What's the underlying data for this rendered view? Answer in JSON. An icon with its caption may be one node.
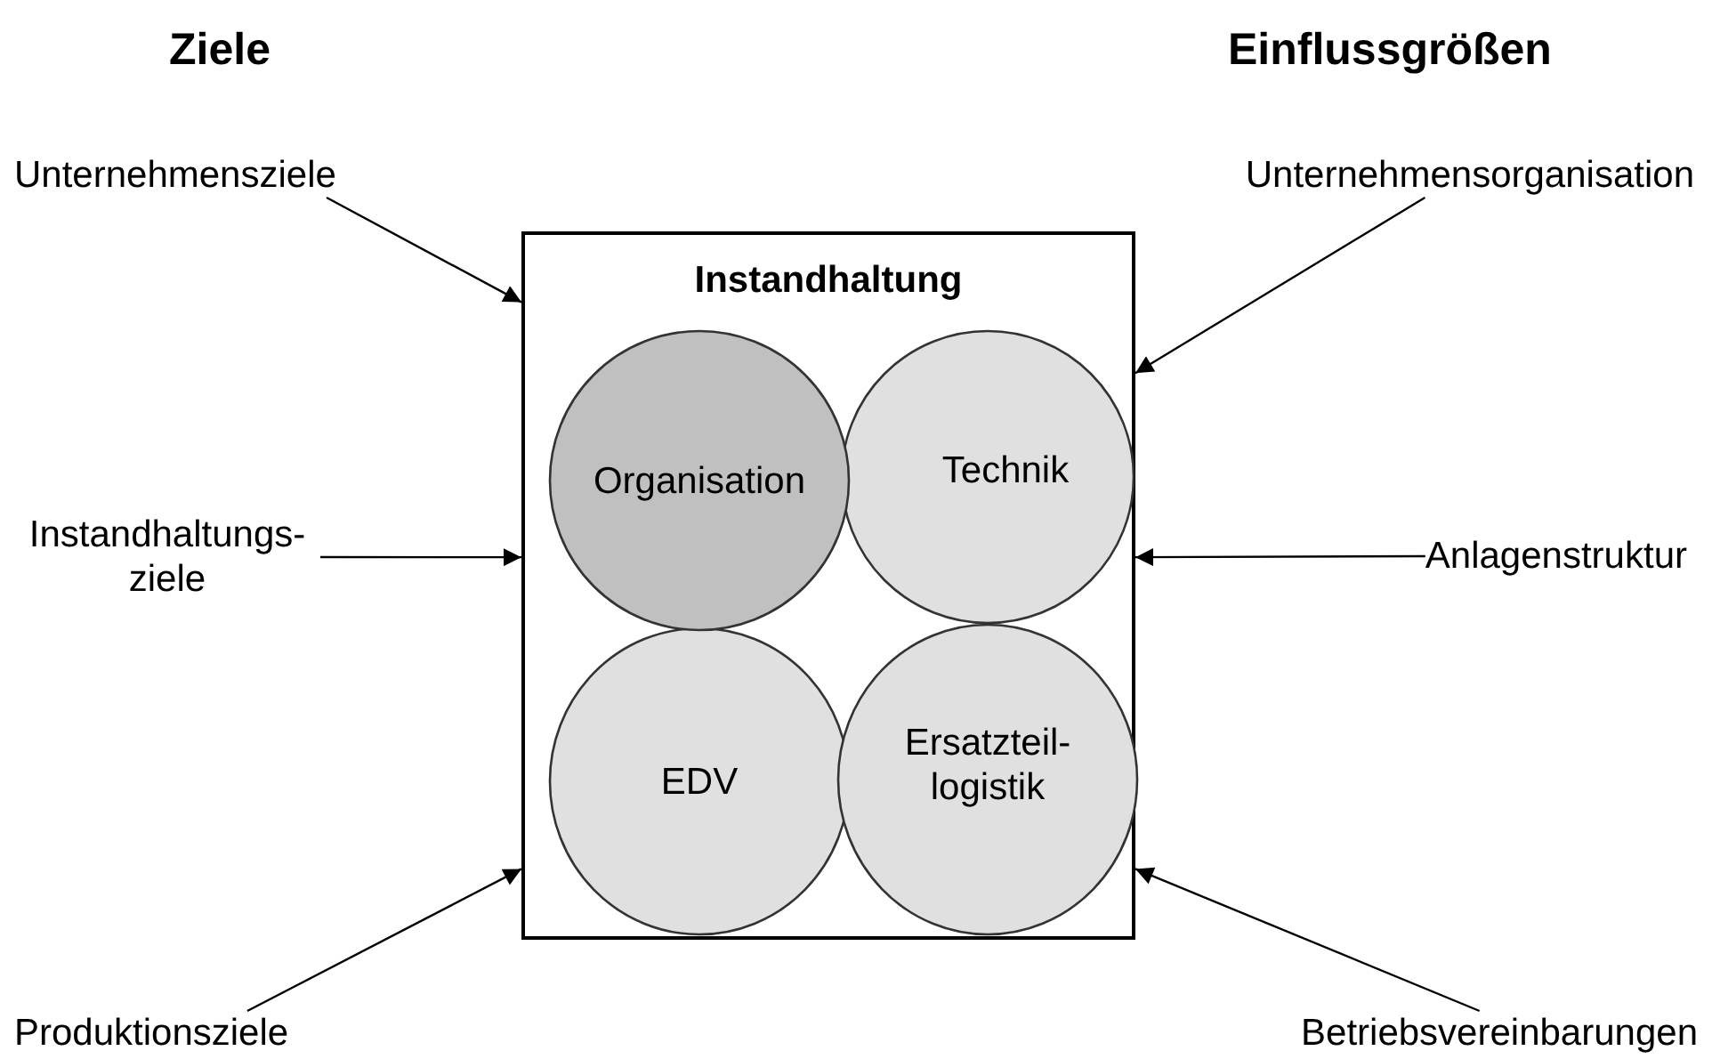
{
  "diagram": {
    "nodes": [
      {
        "text": [
          "Instandhaltung"
        ]
      },
      {
        "text": [
          "Organisation"
        ],
        "in": 0
      },
      {
        "text": [
          "Technik"
        ],
        "in": 0
      },
      {
        "text": [
          "EDV"
        ],
        "in": 0
      },
      {
        "text": [
          "Ersatzteil-logistik"
        ],
        "in": 0
      },
      {
        "text": [
          "Unternehmensziele"
        ]
      },
      {
        "text": [
          "Instandhaltungs-ziele"
        ]
      },
      {
        "text": [
          "Produktionsziele"
        ]
      },
      {
        "text": [
          "Unternehmensorganisation"
        ]
      },
      {
        "text": [
          "Anlagenstruktur"
        ]
      },
      {
        "text": [
          "Betriebsvereinbarungen"
        ]
      }
    ],
    "edges": [
      {
        "from": 5,
        "to": 0,
        "arrow": "to"
      },
      {
        "from": 6,
        "to": 0,
        "arrow": "to"
      },
      {
        "from": 7,
        "to": 0,
        "arrow": "to"
      },
      {
        "from": 8,
        "to": 0,
        "arrow": "to"
      },
      {
        "from": 9,
        "to": 0,
        "arrow": "to"
      },
      {
        "from": 10,
        "to": 0,
        "arrow": "to"
      }
    ],
    "labels": [
      "Ziele",
      "Einflussgrößen"
    ]
  }
}
